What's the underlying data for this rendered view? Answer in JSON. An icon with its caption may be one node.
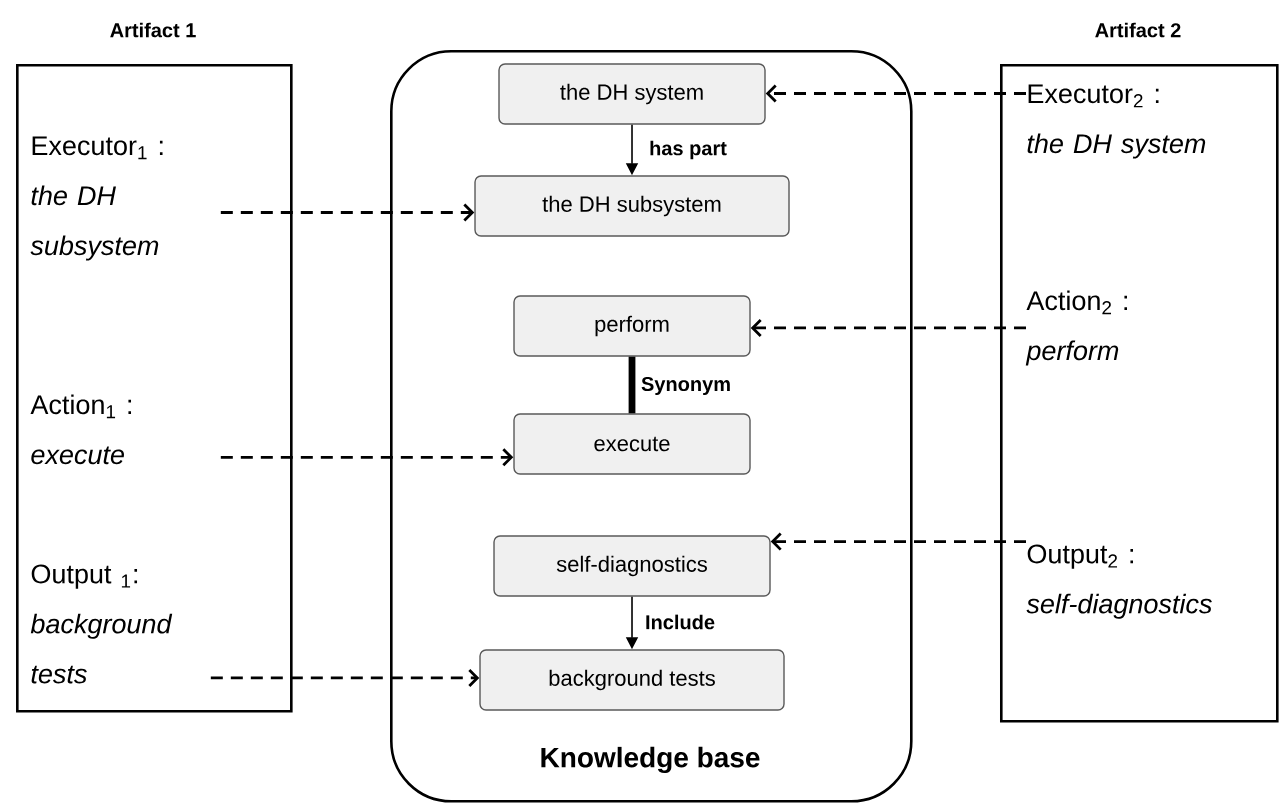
{
  "diagram": {
    "nodes": [
      {
        "text": [
          "Artifact 1"
        ]
      },
      {
        "text": [
          "Executor$_{1}$ :",
          "the DH subsystem"
        ],
        "in": 0
      },
      {
        "text": [
          "Action$_{1}$ :",
          "execute"
        ],
        "in": 0
      },
      {
        "text": [
          "Output $_{1}$:",
          "background tests"
        ],
        "in": 0
      },
      {
        "text": [
          "Knowledge base"
        ]
      },
      {
        "text": [
          "the DH system"
        ],
        "in": 4
      },
      {
        "text": [
          "the DH subsystem"
        ],
        "in": 4
      },
      {
        "text": [
          "perform"
        ],
        "in": 4
      },
      {
        "text": [
          "execute"
        ],
        "in": 4
      },
      {
        "text": [
          "self-diagnostics"
        ],
        "in": 4
      },
      {
        "text": [
          "background tests"
        ],
        "in": 4
      },
      {
        "text": [
          "Artifact 2"
        ]
      },
      {
        "text": [
          "Executor$_{2}$ :",
          "the DH system"
        ],
        "in": 11
      },
      {
        "text": [
          "Action$_{2}$ :",
          "perform"
        ],
        "in": 11
      },
      {
        "text": [
          "Output$_{2}$ :",
          "self-diagnostics"
        ],
        "in": 11
      }
    ],
    "edges": [
      {
        "from": 5,
        "to": 6,
        "arrow": "to",
        "label": "has part"
      },
      {
        "from": 7,
        "to": 8,
        "arrow": "none",
        "label": "Synonym",
        "style": "thick"
      },
      {
        "from": 9,
        "to": 10,
        "arrow": "to",
        "label": "Include"
      },
      {
        "from": 1,
        "to": 6,
        "arrow": "to",
        "style": "dashed"
      },
      {
        "from": 2,
        "to": 8,
        "arrow": "to",
        "style": "dashed"
      },
      {
        "from": 3,
        "to": 10,
        "arrow": "to",
        "style": "dashed"
      },
      {
        "from": 12,
        "to": 5,
        "arrow": "to",
        "style": "dashed"
      },
      {
        "from": 13,
        "to": 7,
        "arrow": "to",
        "style": "dashed"
      },
      {
        "from": 14,
        "to": 9,
        "arrow": "to",
        "style": "dashed"
      }
    ]
  }
}
